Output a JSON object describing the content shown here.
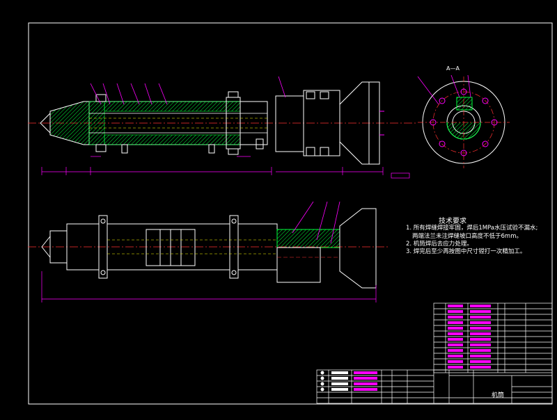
{
  "colors": {
    "background": "#000000",
    "outline": "#ffffff",
    "hatch": "#00ff3c",
    "dimension": "#ff00ff",
    "centerline": "#ff3030",
    "hidden": "#ffff00",
    "leader": "#ff00ff",
    "title_block": "#ffffff"
  },
  "section_label": "A—A",
  "technical_requirements": {
    "title": "技术要求",
    "lines": [
      "1. 所有焊缝焊接牢固，焊后1MPa水压试验不漏水;",
      "两端法兰未注焊缝坡口高度不低于6mm。",
      "2. 机筒焊后去应力处理。",
      "3. 焊完后至少再按图中尺寸镗打一次精加工。"
    ]
  },
  "title_block": {
    "drawing_name": "机筒"
  }
}
